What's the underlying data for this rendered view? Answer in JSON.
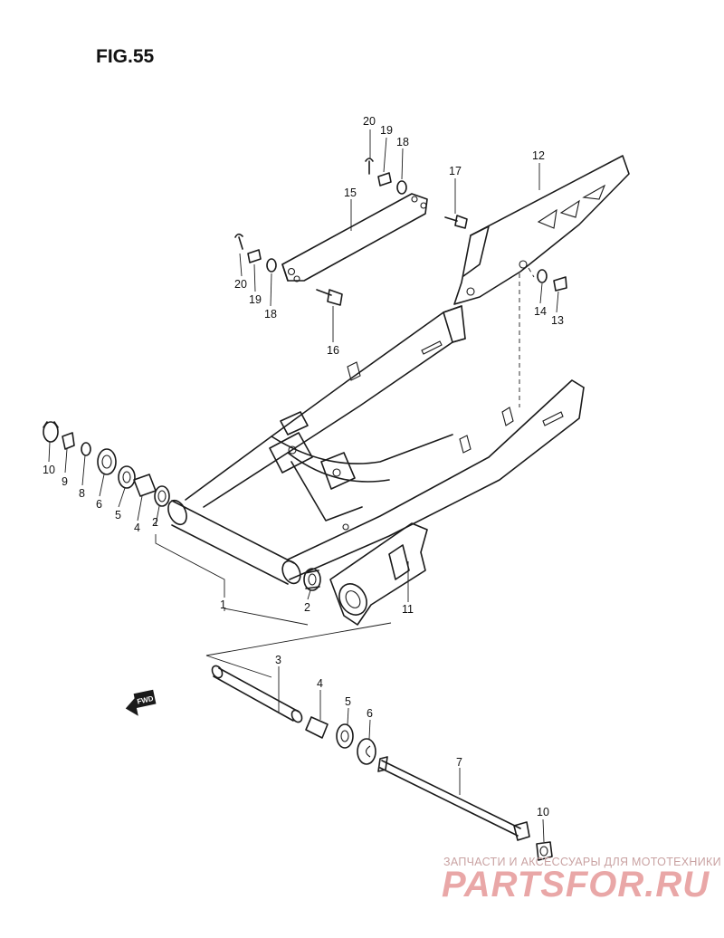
{
  "figure": {
    "title": "FIG.55"
  },
  "fwd_label": "FWD",
  "callouts": [
    {
      "id": "c20a",
      "text": "20"
    },
    {
      "id": "c19a",
      "text": "19"
    },
    {
      "id": "c18a",
      "text": "18"
    },
    {
      "id": "c17",
      "text": "17"
    },
    {
      "id": "c12",
      "text": "12"
    },
    {
      "id": "c15",
      "text": "15"
    },
    {
      "id": "c20b",
      "text": "20"
    },
    {
      "id": "c19b",
      "text": "19"
    },
    {
      "id": "c18b",
      "text": "18"
    },
    {
      "id": "c16",
      "text": "16"
    },
    {
      "id": "c14",
      "text": "14"
    },
    {
      "id": "c13",
      "text": "13"
    },
    {
      "id": "c10a",
      "text": "10"
    },
    {
      "id": "c9",
      "text": "9"
    },
    {
      "id": "c8",
      "text": "8"
    },
    {
      "id": "c6a",
      "text": "6"
    },
    {
      "id": "c5a",
      "text": "5"
    },
    {
      "id": "c4a",
      "text": "4"
    },
    {
      "id": "c2a",
      "text": "2"
    },
    {
      "id": "c1",
      "text": "1"
    },
    {
      "id": "c2b",
      "text": "2"
    },
    {
      "id": "c11",
      "text": "11"
    },
    {
      "id": "c3",
      "text": "3"
    },
    {
      "id": "c4b",
      "text": "4"
    },
    {
      "id": "c5b",
      "text": "5"
    },
    {
      "id": "c6b",
      "text": "6"
    },
    {
      "id": "c7",
      "text": "7"
    },
    {
      "id": "c10b",
      "text": "10"
    }
  ],
  "watermark": {
    "tagline": "ЗАПЧАСТИ И АКСЕССУАРЫ ДЛЯ МОТОТЕХНИКИ",
    "logo": "PARTSFOR.RU",
    "color": "#e9a7a7"
  }
}
